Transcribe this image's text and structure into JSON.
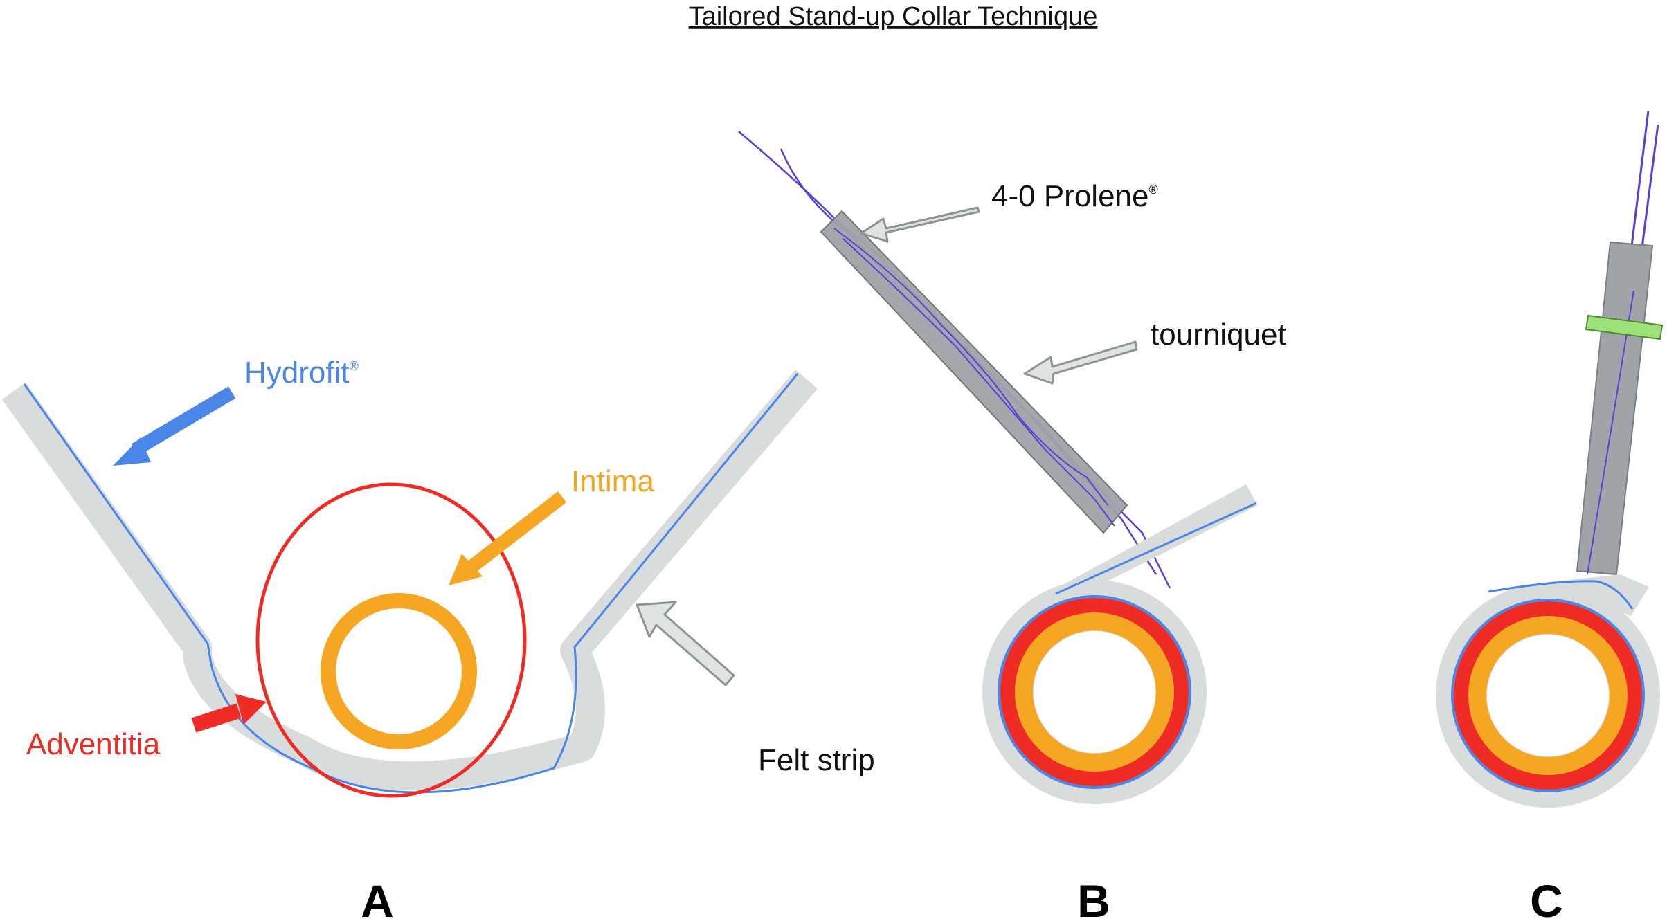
{
  "title": "Tailored Stand-up Collar Technique",
  "labels": {
    "hydrofit": "Hydrofit",
    "hydrofit_mark": "®",
    "intima": "Intima",
    "adventitia": "Adventitia",
    "felt_strip": "Felt strip",
    "prolene": "4-0 Prolene",
    "prolene_mark": "®",
    "tourniquet": "tourniquet"
  },
  "panels": [
    "A",
    "B",
    "C"
  ],
  "colors": {
    "felt": "#d9dcdc",
    "hydrofit": "#4a86e8",
    "intima": "#f5a623",
    "adventitia": "#ee2b24",
    "tourniquet": "#a0a4a8",
    "suture": "#5a3fd6",
    "clip": "#9ee07a",
    "pointer": "#dfe3e3",
    "text": "#111111"
  }
}
